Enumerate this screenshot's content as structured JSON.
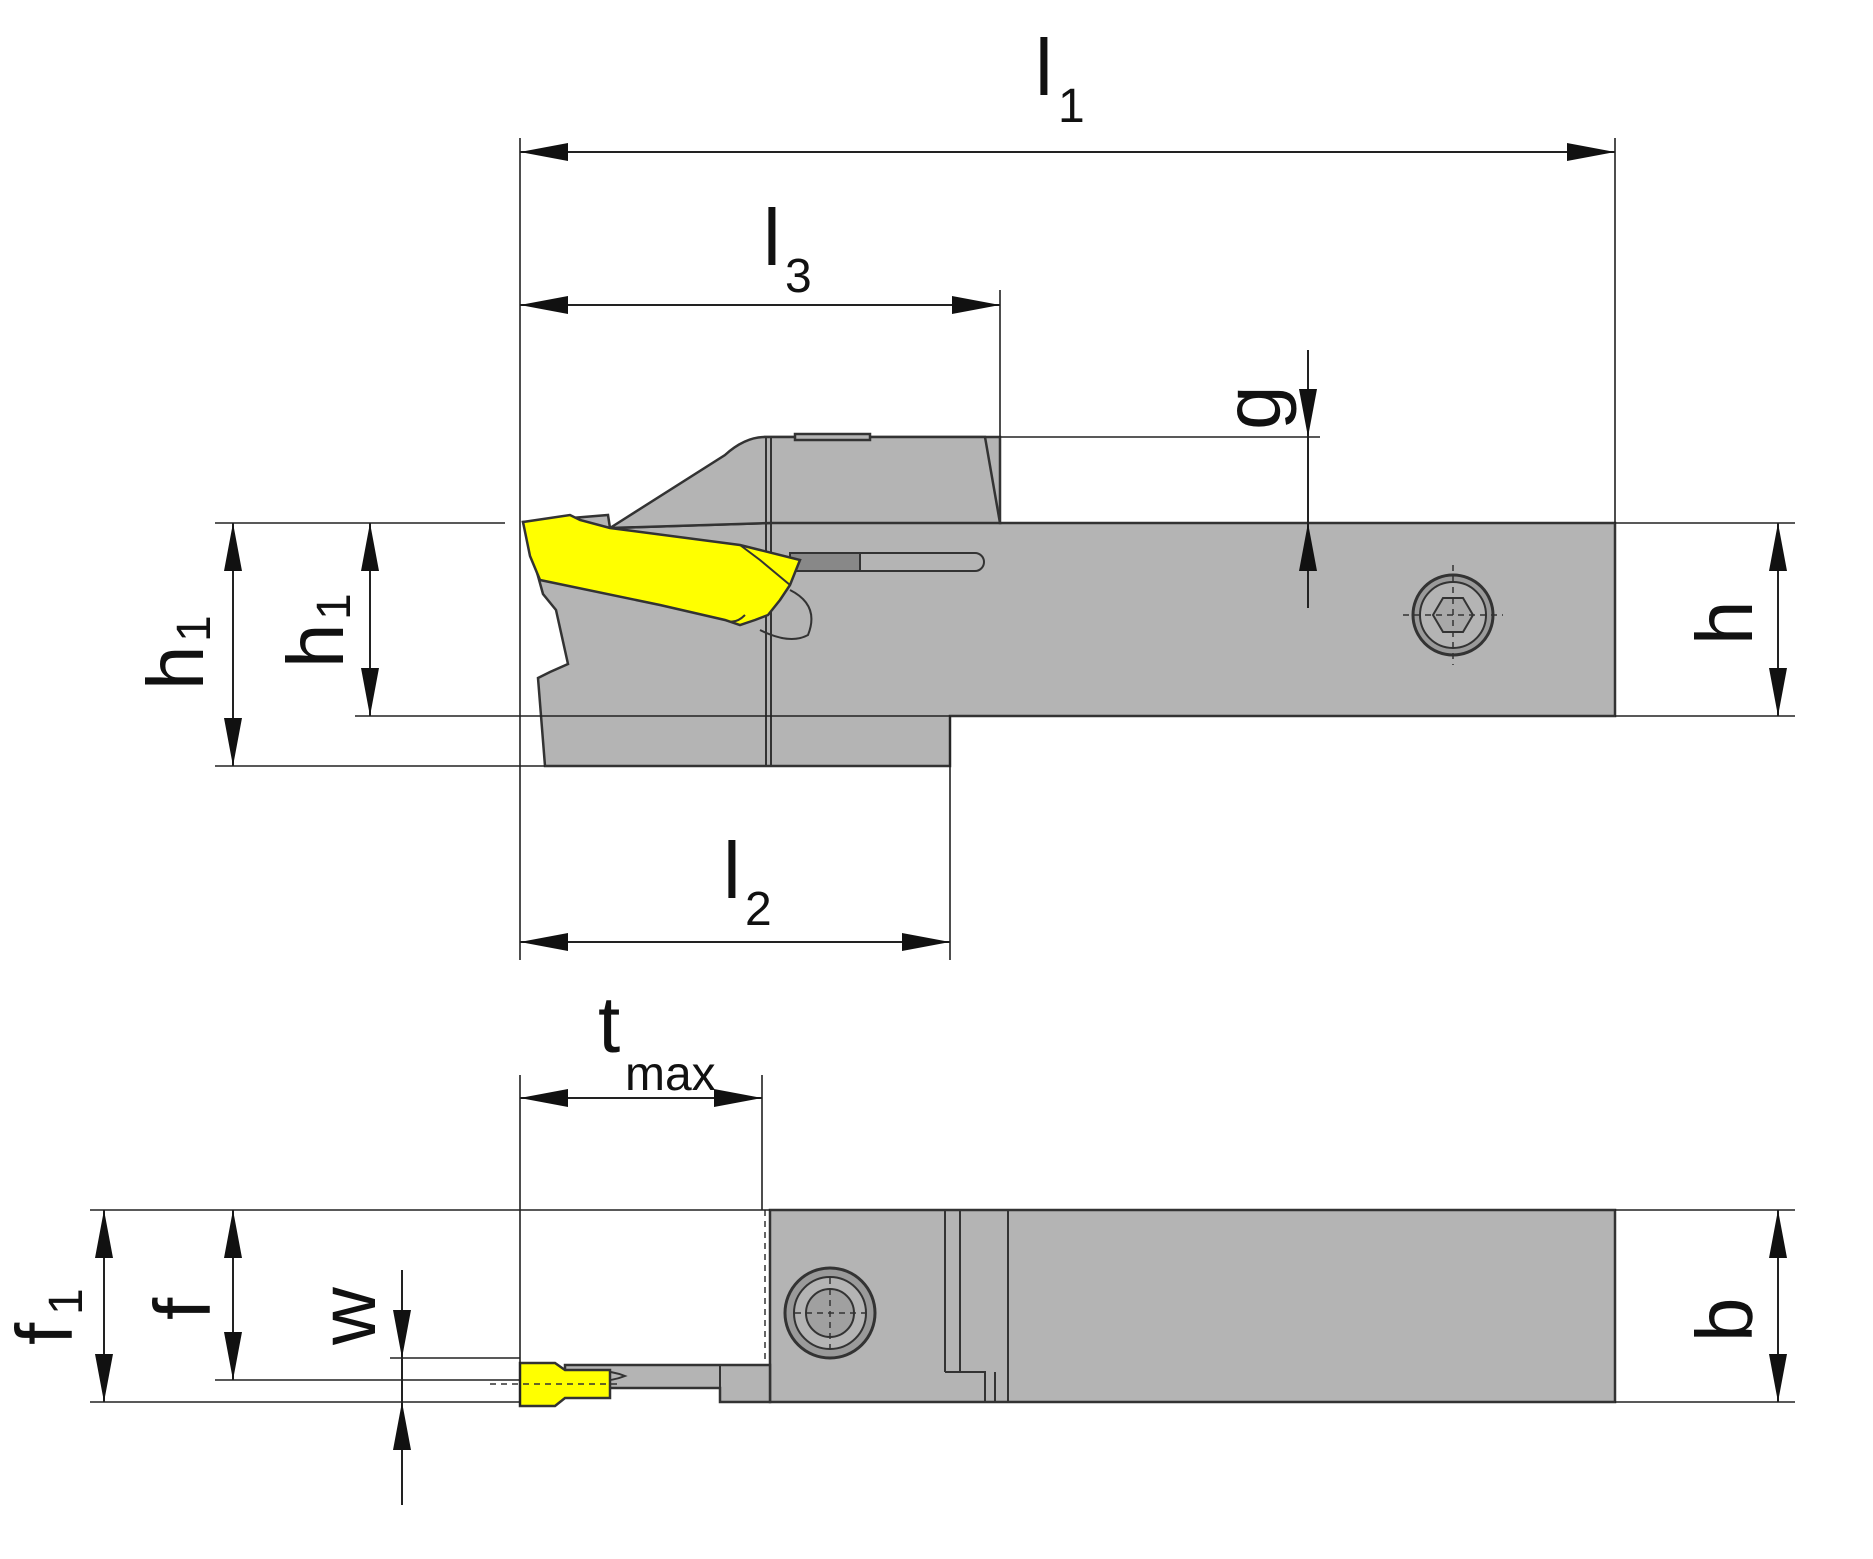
{
  "labels": {
    "l1": {
      "main": "l",
      "sub": "1"
    },
    "l3": {
      "main": "l",
      "sub": "3"
    },
    "l2": {
      "main": "l",
      "sub": "2"
    },
    "g": {
      "main": "g"
    },
    "h": {
      "main": "h"
    },
    "h1_outer": {
      "main": "h",
      "sub": "1"
    },
    "h1_inner": {
      "main": "h",
      "sub": "1"
    },
    "tmax": {
      "main": "t",
      "sub": "max"
    },
    "f1": {
      "main": "f",
      "sub": "1"
    },
    "f": {
      "main": "f"
    },
    "w": {
      "main": "w"
    },
    "b": {
      "main": "b"
    }
  },
  "colors": {
    "holder_body": "#b4b4b4",
    "insert": "#ffff00",
    "outline": "#333333",
    "dimension": "#111111"
  },
  "icons": [
    "socket-head-screw-icon",
    "hex-socket-icon"
  ]
}
